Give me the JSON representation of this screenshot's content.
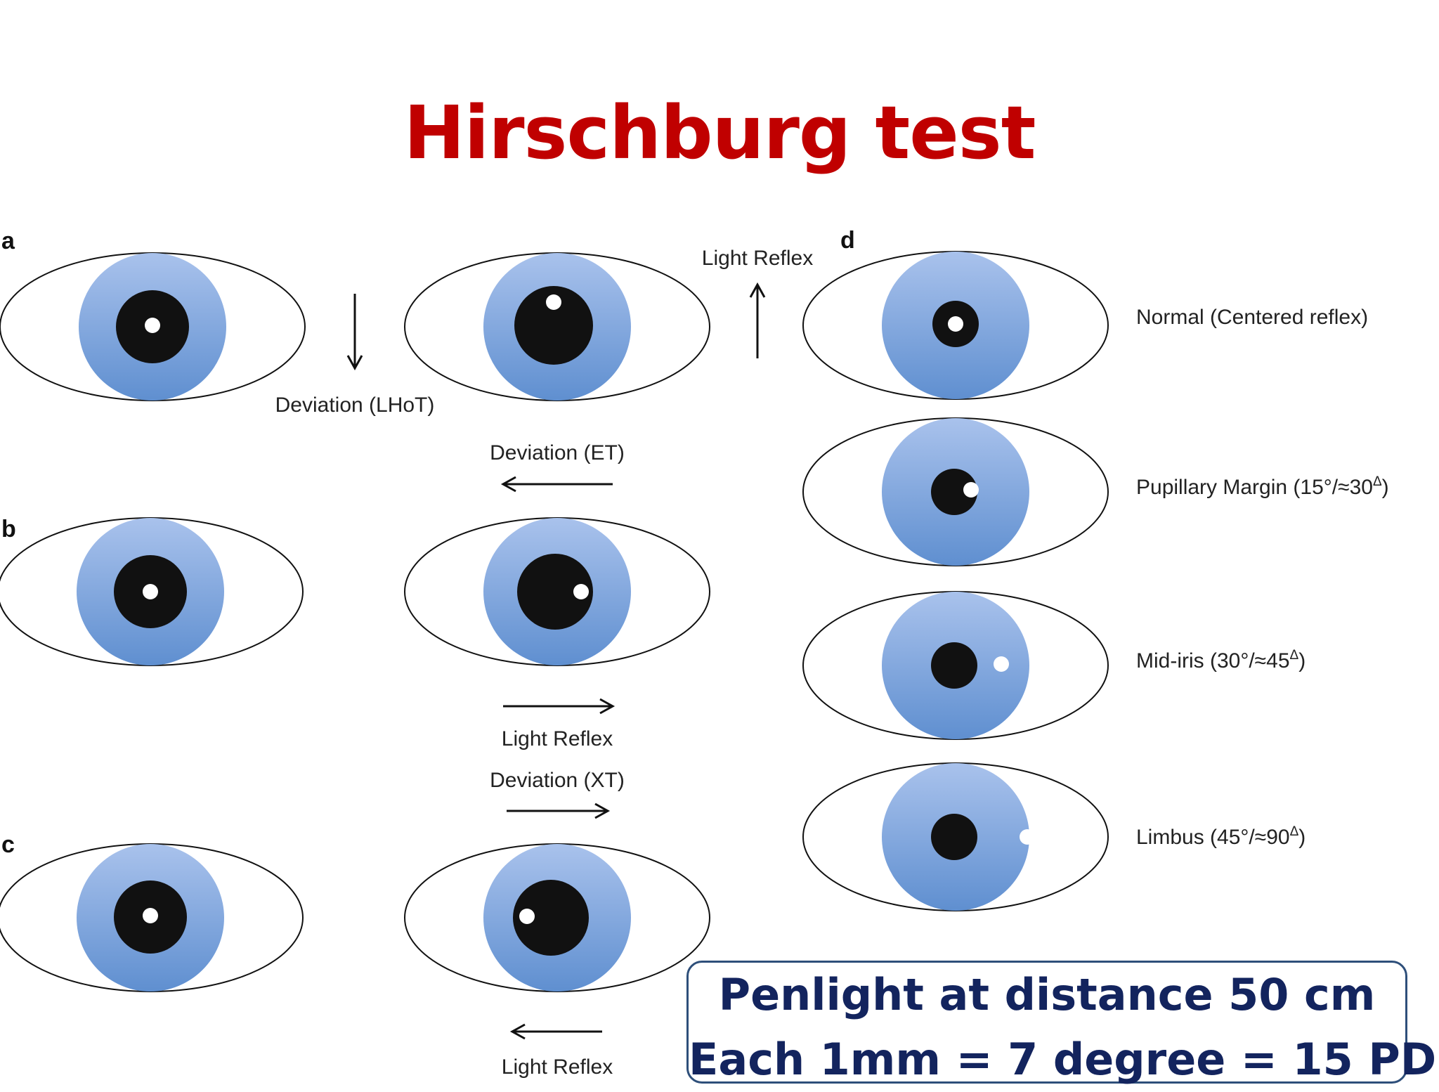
{
  "title": "Hirschburg test",
  "colors": {
    "title": "#c00000",
    "iris_light": "#a9c2ec",
    "iris_dark": "#5f8fd0",
    "pupil": "#111111",
    "reflex": "#ffffff",
    "box_text": "#13245e",
    "box_border": "#2e4f7a"
  },
  "panels": {
    "a": {
      "label": "a",
      "deviation_text": "Deviation (LHoT)",
      "reflex_text": "Light Reflex"
    },
    "b": {
      "label": "b",
      "deviation_text": "Deviation (ET)",
      "reflex_text": "Light Reflex"
    },
    "c": {
      "label": "c",
      "deviation_text": "Deviation (XT)",
      "reflex_text": "Light Reflex"
    },
    "d": {
      "label": "d",
      "levels": [
        {
          "text": "Normal (Centered reflex)"
        },
        {
          "text": "Pupillary Margin (15°/≈30",
          "sup": "Δ",
          "close": ")"
        },
        {
          "text": "Mid-iris (30°/≈45",
          "sup": "Δ",
          "close": ")"
        },
        {
          "text": "Limbus (45°/≈90",
          "sup": "Δ",
          "close": ")"
        }
      ]
    }
  },
  "info_box": {
    "line1": "Penlight at distance 50 cm",
    "line2": "Each 1mm = 7 degree = 15 PD"
  }
}
